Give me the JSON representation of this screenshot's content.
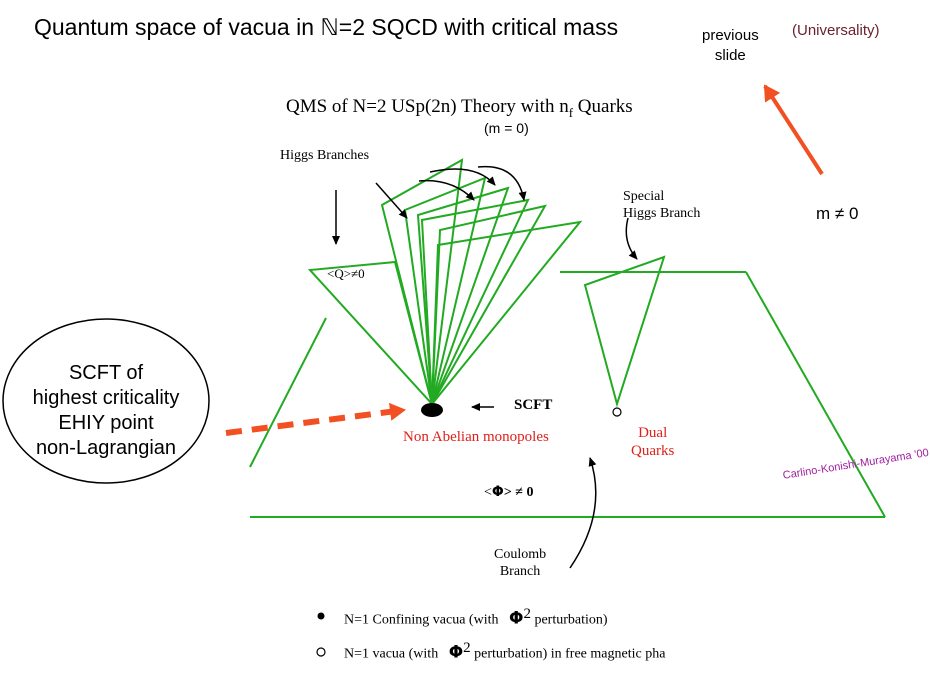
{
  "header": {
    "title": "Quantum space of vacua in ℕ=2 SQCD with critical mass",
    "prev_link_line1": "previous",
    "prev_link_line2": "slide",
    "universality": "(Universality)",
    "m_nonzero": "m ≠ 0"
  },
  "diagram": {
    "title": "QMS of N=2 USp(2n) Theory with n",
    "title_sub": "f",
    "title_end": " Quarks",
    "mass_note": "(m = 0)",
    "higgs_branches": "Higgs Branches",
    "special_higgs_1": "Special",
    "special_higgs_2": "Higgs Branch",
    "q_vev": "<Q>≠0",
    "scft": "SCFT",
    "non_abelian": "Non Abelian monopoles",
    "dual_1": "Dual",
    "dual_2": "Quarks",
    "phi_vev_lt": "<",
    "phi_vev_phi": "Φ",
    "phi_vev_rest": "> ≠ 0",
    "coulomb_1": "Coulomb",
    "coulomb_2": "Branch",
    "citation": "Carlino-Konishi-Murayama '00"
  },
  "bubble": {
    "line1": "SCFT of",
    "line2": "highest criticality",
    "line3": "EHIY point",
    "line4": "non-Lagrangian"
  },
  "legend": {
    "item1_pre": "N=1  Confining vacua  (with",
    "item1_phi": "Φ",
    "item1_exp": "2",
    "item1_post": " perturbation)",
    "item2_pre": "N=1  vacua  (with",
    "item2_phi": "Φ",
    "item2_exp": "2",
    "item2_post": " perturbation) in free magnetic pha"
  },
  "colors": {
    "green": "#22aa22",
    "red": "#e0201a",
    "orange": "#f25022",
    "purple": "#a020a0",
    "maroon": "#6b2030"
  }
}
